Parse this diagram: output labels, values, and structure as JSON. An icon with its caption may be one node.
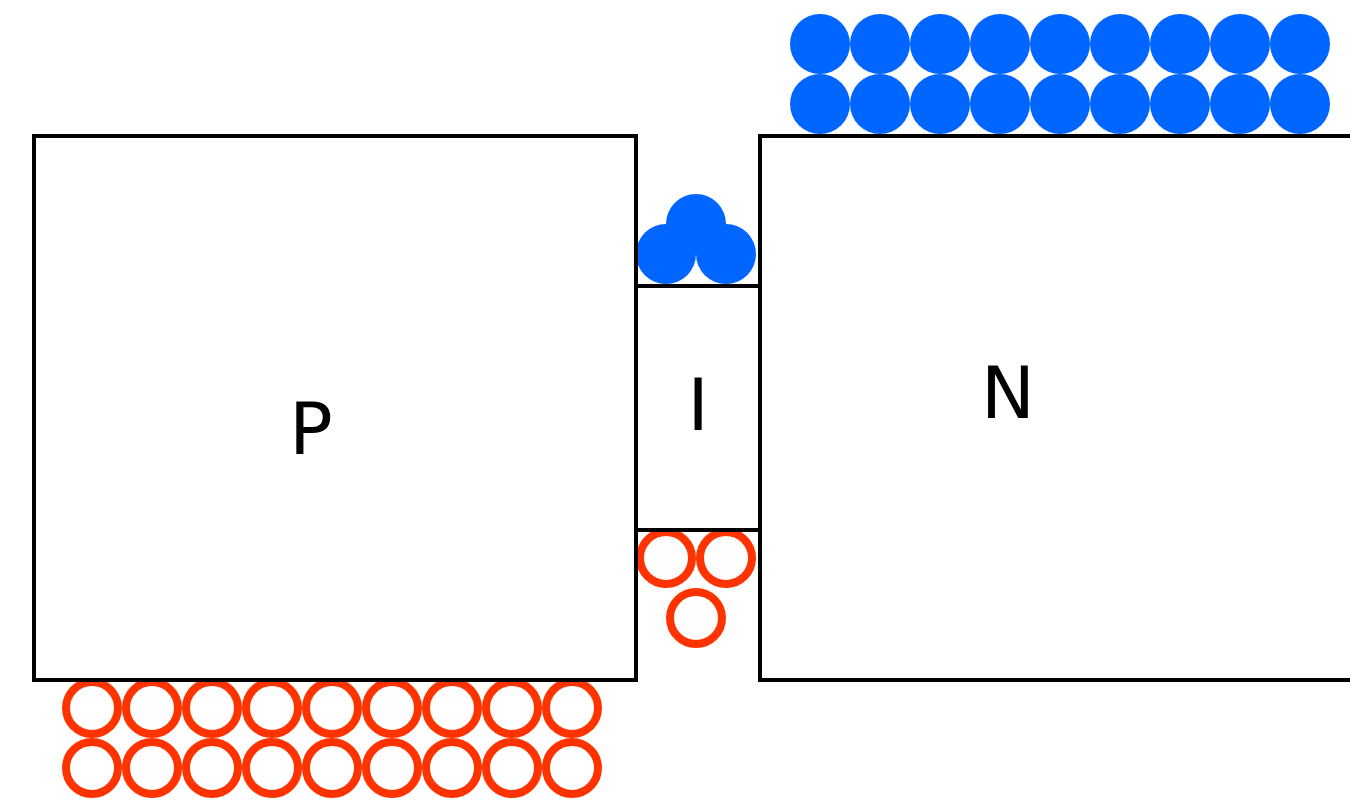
{
  "diagram": {
    "nodes": [
      {
        "text": [
          "P"
        ]
      },
      {
        "text": [
          "I"
        ]
      },
      {
        "text": [
          "N"
        ]
      }
    ]
  }
}
